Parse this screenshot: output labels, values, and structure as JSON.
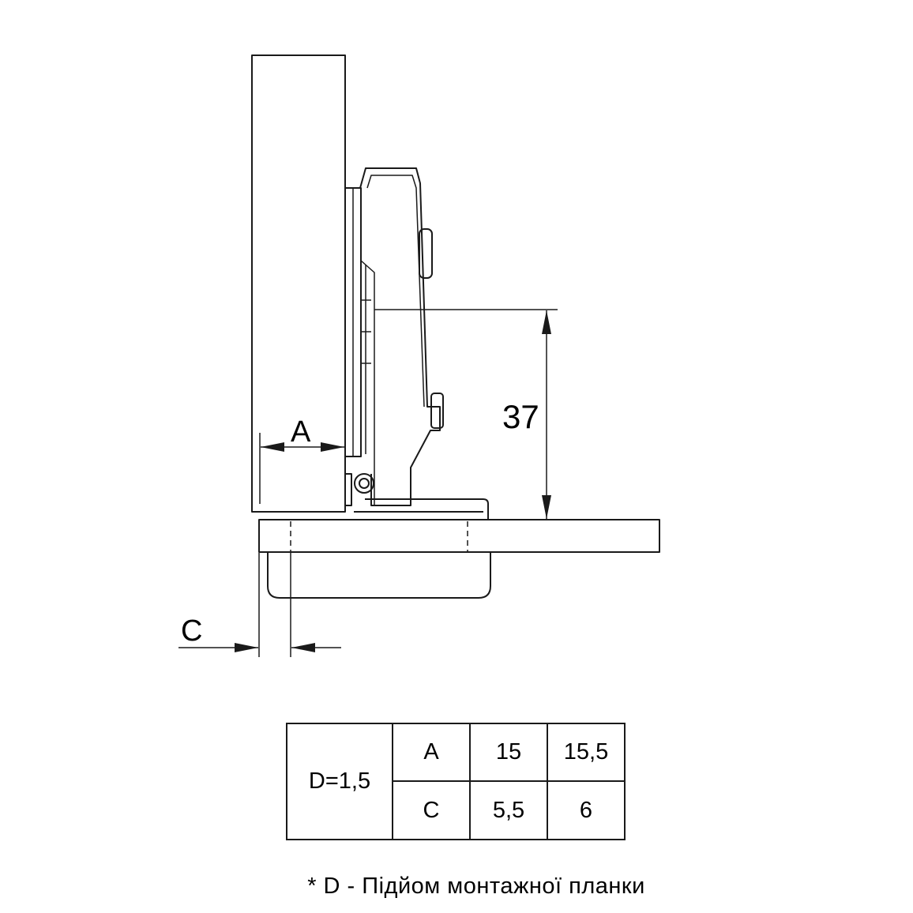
{
  "dimensions": {
    "a_label": "A",
    "c_label": "C",
    "height_value": "37"
  },
  "table": {
    "d_cell": "D=1,5",
    "rows": [
      {
        "param": "A",
        "values": [
          "15",
          "15,5"
        ]
      },
      {
        "param": "C",
        "values": [
          "5,5",
          "6"
        ]
      }
    ]
  },
  "footnote": "* D - Підйом монтажної планки",
  "colors": {
    "line": "#1a1a1a",
    "background": "#ffffff"
  }
}
